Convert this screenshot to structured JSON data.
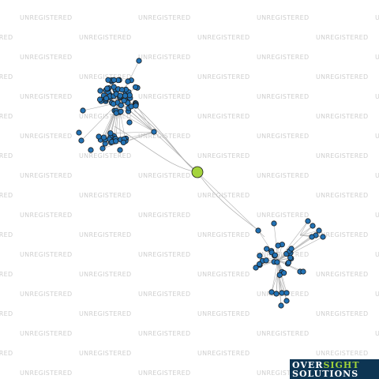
{
  "watermark": {
    "text": "UNREGISTERED",
    "color": "#cfcfcf"
  },
  "graph": {
    "central_node_color": "#a4d43c",
    "node_color": "#2272b5",
    "edge_color": "#b0b0b0"
  },
  "logo": {
    "line1": [
      "OVER",
      "SIGHT"
    ],
    "line2": "SOLUTIONS",
    "background": "#0d3553",
    "accent": "#9fd23a"
  }
}
